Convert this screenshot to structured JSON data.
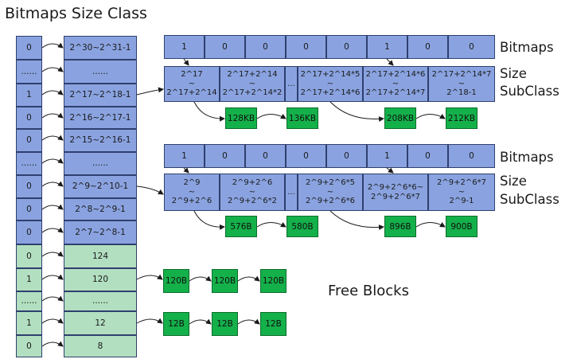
{
  "title": "Bitmaps Size Class",
  "bitmap_col": [
    "0",
    "......",
    "1",
    "0",
    "0",
    "......",
    "0",
    "0",
    "0"
  ],
  "class_col": [
    "2^30~2^31-1",
    "......",
    "2^17~2^18-1",
    "2^16~2^17-1",
    "2^15~2^16-1",
    "......",
    "2^9~2^10-1",
    "2^8~2^9-1",
    "2^7~2^8-1"
  ],
  "free_bitmap_col": [
    "0",
    "1",
    "......",
    "1",
    "0"
  ],
  "free_class_col": [
    "124",
    "120",
    "......",
    "12",
    "8"
  ],
  "group_top": {
    "bits": [
      "1",
      "0",
      "0",
      "0",
      "0",
      "1",
      "0",
      "0"
    ],
    "subclasses": [
      "2^17\n~\n2^17+2^14",
      "2^17+2^14\n~\n2^17+2^14*2",
      "...",
      "2^17+2^14*5\n~\n2^17+2^14*6",
      "2^17+2^14*6\n~\n2^17+2^14*7",
      "2^17+2^14*7\n~\n2^18-1"
    ],
    "blocks": [
      "128KB",
      "136KB",
      "208KB",
      "212KB"
    ]
  },
  "group_bottom": {
    "bits": [
      "1",
      "0",
      "0",
      "0",
      "0",
      "1",
      "0",
      "0"
    ],
    "subclasses": [
      "2^9\n~\n2^9+2^6",
      "2^9+2^6\n~\n2^9+2^6*2",
      "...",
      "2^9+2^6*5\n~\n2^9+2^6*6",
      "2^9+2^6*6~\n2^9+2^6*7",
      "2^9+2^6*7\n~\n2^9-1"
    ],
    "blocks": [
      "576B",
      "580B",
      "896B",
      "900B"
    ]
  },
  "labels": {
    "bitmaps": "Bitmaps",
    "size": "Size",
    "subclass": "SubClass",
    "free_blocks": "Free Blocks"
  },
  "free_rows": [
    [
      "120B",
      "120B",
      "120B"
    ],
    [
      "12B",
      "12B",
      "12B"
    ]
  ],
  "colors": {
    "blue": "#8aa3e0",
    "mint": "#b2dfc0",
    "green": "#14b04a",
    "border": "#2f3f6e"
  }
}
